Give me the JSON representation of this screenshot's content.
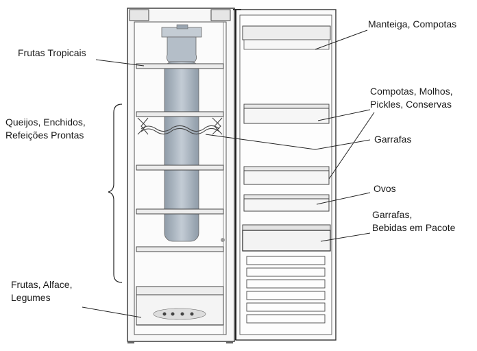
{
  "labels": {
    "frutas_tropicais": "Frutas Tropicais",
    "queijos_line1": "Queijos, Enchidos,",
    "queijos_line2": "Refeições Prontas",
    "frutas_alface_line1": "Frutas, Alface,",
    "frutas_alface_line2": "Legumes",
    "manteiga": "Manteiga, Compotas",
    "compotas_line1": "Compotas, Molhos,",
    "compotas_line2": "Pickles, Conservas",
    "garrafas": "Garrafas",
    "ovos": "Ovos",
    "garrafas_bebidas_line1": "Garrafas,",
    "garrafas_bebidas_line2": "Bebidas em Pacote"
  },
  "colors": {
    "line": "#222222",
    "cabinet": "#f4f4f4",
    "duct": "#a9b4bf",
    "shelf": "#e8e8e8"
  }
}
